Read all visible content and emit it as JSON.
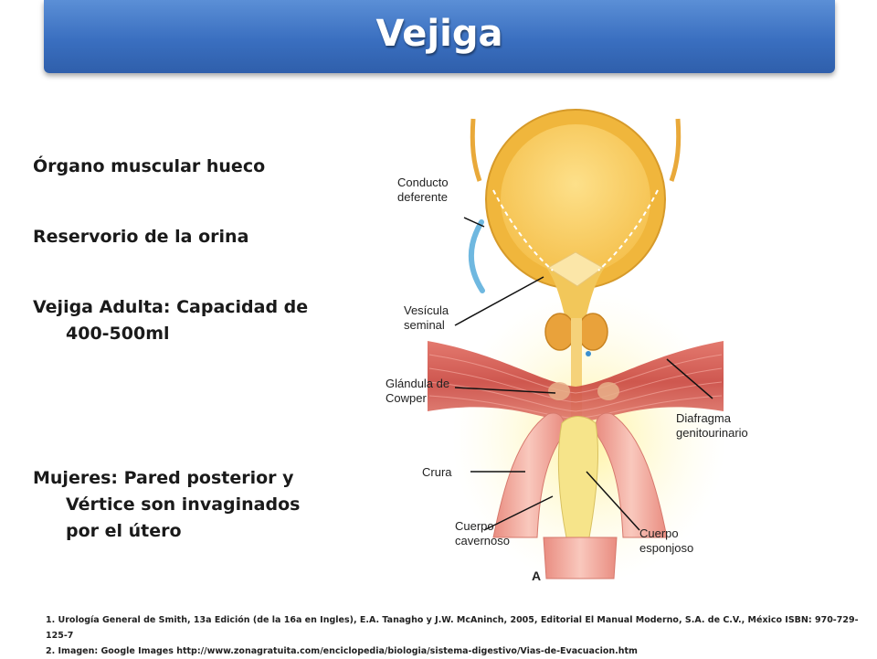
{
  "title": "Vejiga",
  "bullets": [
    "Órgano muscular hueco",
    "Reservorio de la orina",
    "Vejiga Adulta: Capacidad de 400-500ml",
    "Mujeres: Pared posterior y Vértice son invaginados por el útero"
  ],
  "diagram": {
    "labels": {
      "conducto_1": "Conducto",
      "conducto_2": "deferente",
      "vesicula_1": "Vesícula",
      "vesicula_2": "seminal",
      "glandula_1": "Glándula de",
      "glandula_2": "Cowper",
      "diafragma_1": "Diafragma",
      "diafragma_2": "genitourinario",
      "crura": "Crura",
      "cavernoso_1": "Cuerpo",
      "cavernoso_2": "cavernoso",
      "esponjoso_1": "Cuerpo",
      "esponjoso_2": "esponjoso",
      "panel": "A"
    }
  },
  "references": [
    "1. Urología General de Smith, 13a Edición (de la 16a en Ingles), E.A. Tanagho y J.W. McAninch, 2005, Editorial El Manual Moderno, S.A. de C.V., México ISBN: 970-729-125-7",
    "2. Imagen: Google Images http://www.zonagratuita.com/enciclopedia/biologia/sistema-digestivo/Vias-de-Evacuacion.htm"
  ],
  "colors": {
    "title_bar": "#3a6fc0",
    "bladder_wall": "#f0b63c",
    "bladder_inner": "#fbd36a",
    "muscle": "#d9534a",
    "crura": "#f2a59a",
    "duct": "#6fb8e0"
  }
}
